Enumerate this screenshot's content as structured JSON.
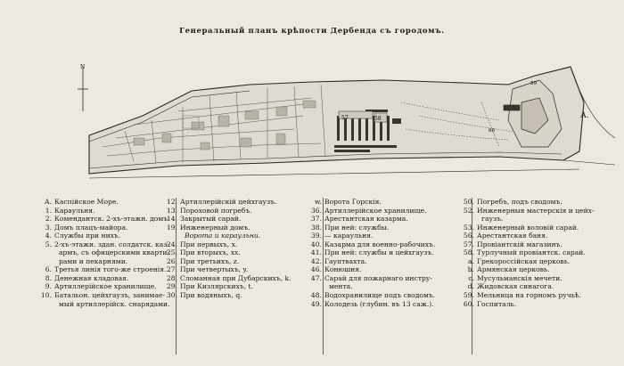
{
  "title": "Генеральный планъ крѣпости Дербенда съ городомъ.",
  "map": {
    "north_marker": "N",
    "label_A": "А.",
    "labels": [
      "57",
      "58",
      "60",
      "59"
    ]
  },
  "legend": {
    "col1": [
      {
        "n": "А.",
        "t": "Каспійское Море."
      },
      {
        "n": "1.",
        "t": "Караульня."
      },
      {
        "n": "2.",
        "t": "Комендантск. 2-хъ-этажн. домъ."
      },
      {
        "n": "3.",
        "t": "Домъ плацъ-майора."
      },
      {
        "n": "4.",
        "t": "Службы при нихъ."
      },
      {
        "n": "5.",
        "t": "2-хъ-этажн. здан. солдатск. каз-"
      },
      {
        "n": "",
        "t": "армъ, съ офицерскими кварти-",
        "cont": true
      },
      {
        "n": "",
        "t": "рами и пекарнями.",
        "cont": true
      },
      {
        "n": "6.",
        "t": "Третья линія того-же строенія."
      },
      {
        "n": "8.",
        "t": "Денежная кладовая."
      },
      {
        "n": "9.",
        "t": "Артиллерійское хранилище."
      },
      {
        "n": "10.",
        "t": "Батальон. цейхгаузъ, занимае-"
      },
      {
        "n": "",
        "t": "мый артиллерійск. снарядами.",
        "cont": true
      }
    ],
    "col2": [
      {
        "n": "12.",
        "t": "Артиллерійскій цейхгаузъ."
      },
      {
        "n": "13.",
        "t": "Пороховой погребъ."
      },
      {
        "n": "14.",
        "t": "Закрытый сарай."
      },
      {
        "n": "19.",
        "t": "Инженерный домъ."
      },
      {
        "header": "Ворота и караульни."
      },
      {
        "n": "24.",
        "t": "При первыхъ, x."
      },
      {
        "n": "25.",
        "t": "При вторыхъ, xx."
      },
      {
        "n": "26.",
        "t": "При третьихъ, z."
      },
      {
        "n": "27.",
        "t": "При четвертыхъ, y."
      },
      {
        "n": "28.",
        "t": "Сломанная при Дубарскихъ, k."
      },
      {
        "n": "29.",
        "t": "При Кизлярскихъ, t."
      },
      {
        "n": "30.",
        "t": "При водяныхъ, q."
      }
    ],
    "col3": [
      {
        "n": "w.",
        "t": "Ворота Горскія."
      },
      {
        "n": "36.",
        "t": "Артиллерійское хранилище."
      },
      {
        "n": "37.",
        "t": "Арестантская казарма."
      },
      {
        "n": "38.",
        "t": "При ней: службы."
      },
      {
        "n": "39.",
        "t": "—    караульня."
      },
      {
        "n": "40.",
        "t": "Казарма для военно-рабочихъ."
      },
      {
        "n": "41.",
        "t": "При ней: службы и цейхгаузъ."
      },
      {
        "n": "42.",
        "t": "Гауптвахта."
      },
      {
        "n": "46.",
        "t": "Конюшня."
      },
      {
        "n": "47.",
        "t": "Сарай для пожарнаго инстру-"
      },
      {
        "n": "",
        "t": "мента.",
        "cont": true
      },
      {
        "n": "48.",
        "t": "Водохранилище подъ сводомъ."
      },
      {
        "n": "49.",
        "t": "Колодезь (глубин. въ 13 саж.)."
      }
    ],
    "col4": [
      {
        "n": "50.",
        "t": "Погребъ, подъ сводомъ."
      },
      {
        "n": "52.",
        "t": "Инженерныя мастерскія и цейх-"
      },
      {
        "n": "",
        "t": "гаузъ.",
        "cont": true
      },
      {
        "n": "53.",
        "t": "Инженерный воловій сарай."
      },
      {
        "n": "56.",
        "t": "Арестантская баня."
      },
      {
        "n": "57.",
        "t": "Провіантскій магазинъ."
      },
      {
        "n": "58.",
        "t": "Турлучный провіантск. сарай."
      },
      {
        "n": "a.",
        "t": "Грекороссійская церковь."
      },
      {
        "n": "b.",
        "t": "Армянская церковь."
      },
      {
        "n": "c.",
        "t": "Мусульманскія мечети."
      },
      {
        "n": "d.",
        "t": "Жидовская синагога."
      },
      {
        "n": "59.",
        "t": "Мельница на горномъ ручьѣ."
      },
      {
        "n": "60.",
        "t": "Госпиталь."
      }
    ]
  }
}
